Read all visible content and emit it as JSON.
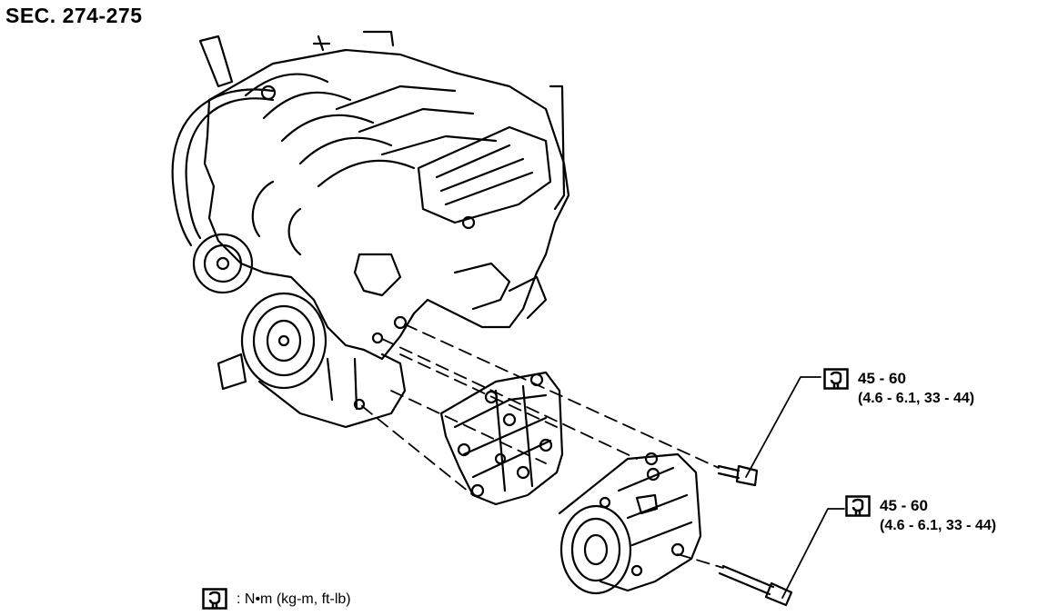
{
  "section": {
    "label": "SEC. 274-275"
  },
  "callouts": [
    {
      "value": "45 - 60",
      "detail": "(4.6 - 6.1, 33 - 44)",
      "icon": "torque-wrench-icon"
    },
    {
      "value": "45 - 60",
      "detail": "(4.6 - 6.1, 33 - 44)",
      "icon": "torque-wrench-icon"
    }
  ],
  "legend": {
    "icon": "torque-wrench-icon",
    "text": ": N•m (kg-m, ft-lb)"
  },
  "colors": {
    "line": "#000000",
    "background": "#ffffff"
  }
}
